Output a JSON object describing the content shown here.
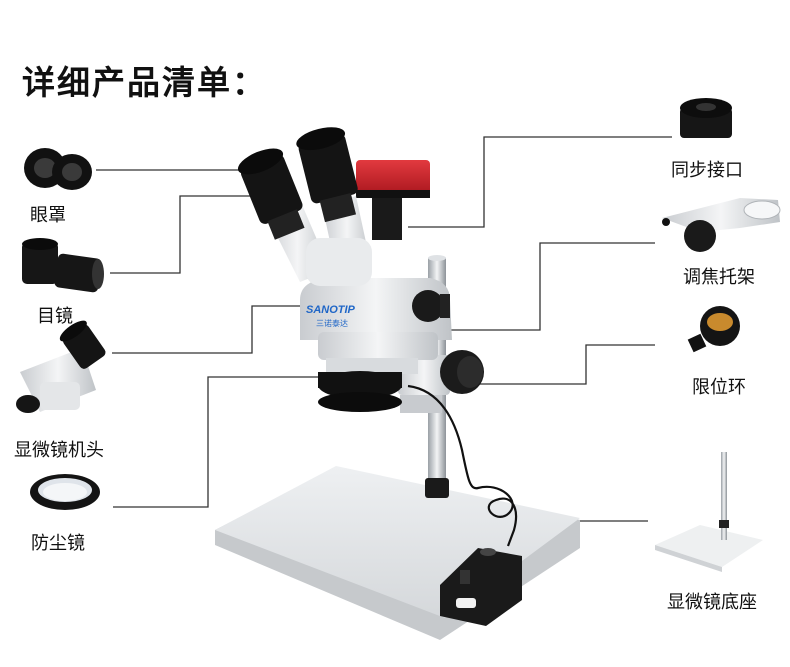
{
  "title": "详细产品清单：",
  "brand": {
    "logo": "SANOTIP",
    "sub": "三诺泰达"
  },
  "parts_left": [
    {
      "label": "眼罩",
      "icon": "eye-cup-icon"
    },
    {
      "label": "目镜",
      "icon": "eyepiece-icon"
    },
    {
      "label": "显微镜机头",
      "icon": "microscope-head-icon"
    },
    {
      "label": "防尘镜",
      "icon": "dust-lens-icon"
    }
  ],
  "parts_right": [
    {
      "label": "同步接口",
      "icon": "sync-adapter-icon"
    },
    {
      "label": "调焦托架",
      "icon": "focus-bracket-icon"
    },
    {
      "label": "限位环",
      "icon": "limit-ring-icon"
    },
    {
      "label": "显微镜底座",
      "icon": "microscope-base-icon"
    }
  ],
  "colors": {
    "camera_red": "#c8202a",
    "body_white": "#e6e8ea",
    "black": "#151515",
    "line": "#333333"
  }
}
